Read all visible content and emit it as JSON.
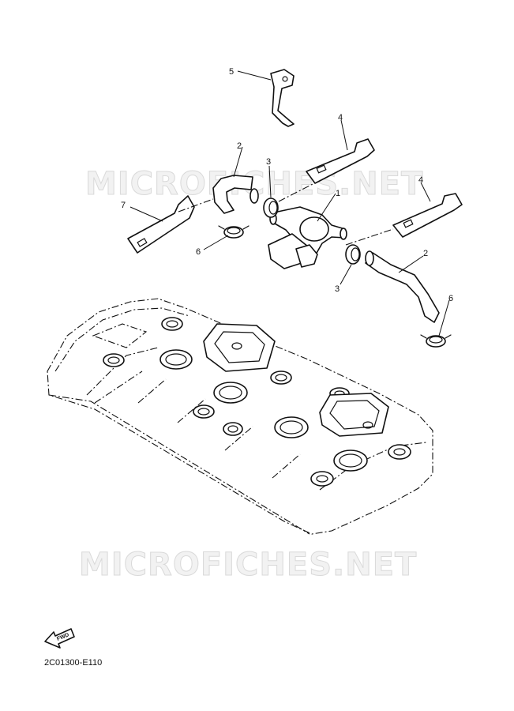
{
  "diagram": {
    "callouts": [
      "1",
      "2",
      "2",
      "3",
      "3",
      "4",
      "4",
      "5",
      "6",
      "6",
      "7"
    ],
    "watermark_top": "MICROFICHES.NET",
    "watermark_bottom": "MICROFICHES.NET",
    "fwd_label": "FWD",
    "drawing_code": "2C01300-E110"
  }
}
